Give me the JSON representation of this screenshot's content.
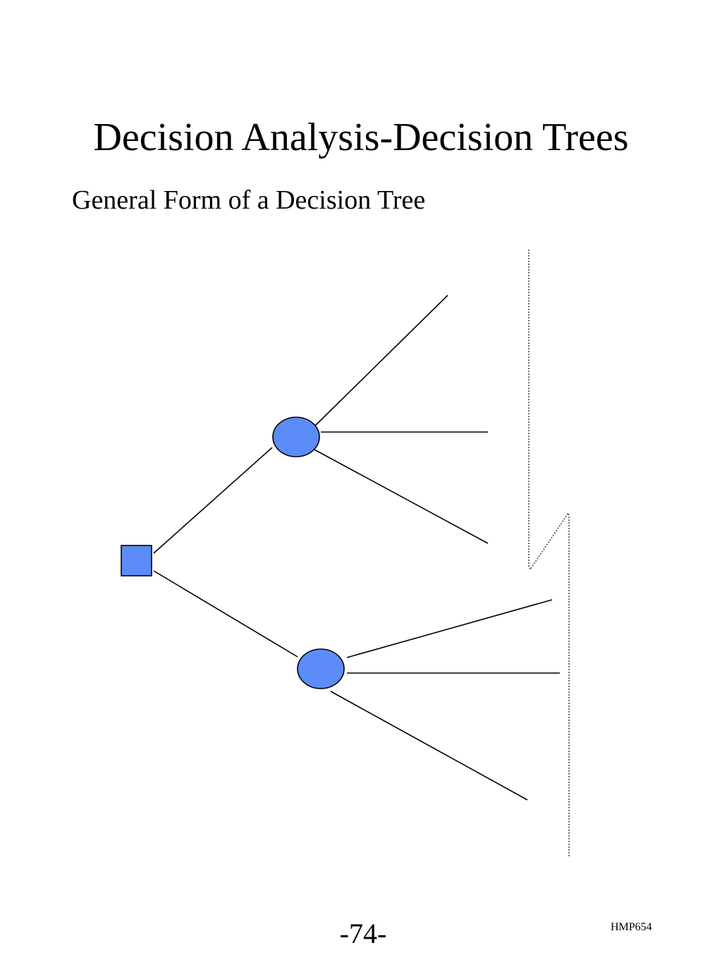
{
  "slide": {
    "title": "Decision Analysis-Decision Trees",
    "subtitle": "General Form of a Decision Tree",
    "page_number": "-74-",
    "course_code": "HMP654"
  },
  "diagram": {
    "node_fill": "#5b8cf7",
    "line_color": "#000000",
    "nodes": [
      {
        "id": "decision-node",
        "shape": "square"
      },
      {
        "id": "chance-node-upper",
        "shape": "circle"
      },
      {
        "id": "chance-node-lower",
        "shape": "circle"
      }
    ]
  }
}
